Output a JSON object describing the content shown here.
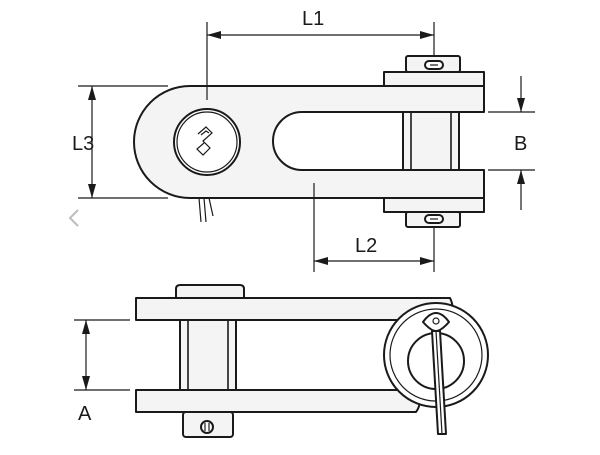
{
  "labels": {
    "l1": "L1",
    "l2": "L2",
    "l3": "L3",
    "b": "B",
    "a": "A"
  },
  "colors": {
    "line": "#1a1a1a",
    "fill": "#f4f4f4",
    "background": "#ffffff"
  }
}
